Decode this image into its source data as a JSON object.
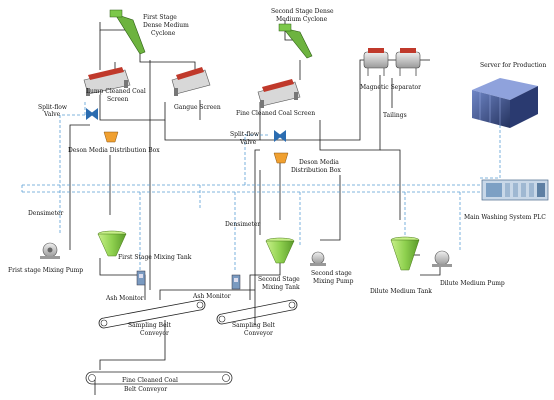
{
  "labels": {
    "first_cyclone": [
      "First Stage",
      "Dense Medium",
      "Cyclone"
    ],
    "second_cyclone": [
      "Second Stage  Dense",
      "Medium Cyclone"
    ],
    "lump_screen": [
      "Lump Cleaned Coal",
      "Screen"
    ],
    "gangue_screen": "Gangue Screen",
    "fine_screen": "Fine Cleaned Coal Screen",
    "magnetic_separator": "Magnetic Separator",
    "tailings": "Tailings",
    "server": "Server for Production",
    "split_valve_1": [
      "Split-flow",
      "Valve"
    ],
    "split_valve_2": [
      "Split-flow",
      "Valve"
    ],
    "deson_box_1": "Deson Media Distribution Box",
    "deson_box_2": [
      "Deson Media",
      "Distribution Box"
    ],
    "plc": "Main Washing System PLC",
    "densimeter_1": "Densimeter",
    "densimeter_2": "Densimeter",
    "first_pump": "Frist stage Mixing Pump",
    "first_tank": "First Stage Mixing Tank",
    "second_tank": [
      "Second Stage",
      "Mixing Tank"
    ],
    "second_pump": [
      "Second stage",
      "Mixing Pump"
    ],
    "dilute_tank": "Dilute Medium Tank",
    "dilute_pump": "Dilute Medium Pump",
    "ash_monitor_1": "Ash Monitor",
    "ash_monitor_2": "Ash Monitor",
    "sampling_belt_1": [
      "Sampling Belt",
      "Conveyor"
    ],
    "sampling_belt_2": [
      "Sampling Belt",
      "Conveyor"
    ],
    "fine_belt": [
      "Fine Cleaned Coal",
      "Belt Conveyor"
    ]
  },
  "colors": {
    "signal_line": "#5a9fd4",
    "pipe_line": "#1a1a1a",
    "tank_green": "#8fd14f",
    "cyclone_green": "#6db33f",
    "screen_red": "#c0392b",
    "server_blue": "#3a4f8c",
    "box_orange": "#f0a030"
  },
  "icons": {
    "cyclone": "cyclone-icon",
    "screen": "vibrating-screen-icon",
    "valve": "valve-icon",
    "distribution_box": "distribution-box-icon",
    "tank": "mixing-tank-icon",
    "pump": "pump-icon",
    "monitor": "ash-monitor-icon",
    "belt": "belt-conveyor-icon",
    "server": "server-rack-icon",
    "plc": "plc-icon",
    "separator": "magnetic-separator-icon"
  }
}
